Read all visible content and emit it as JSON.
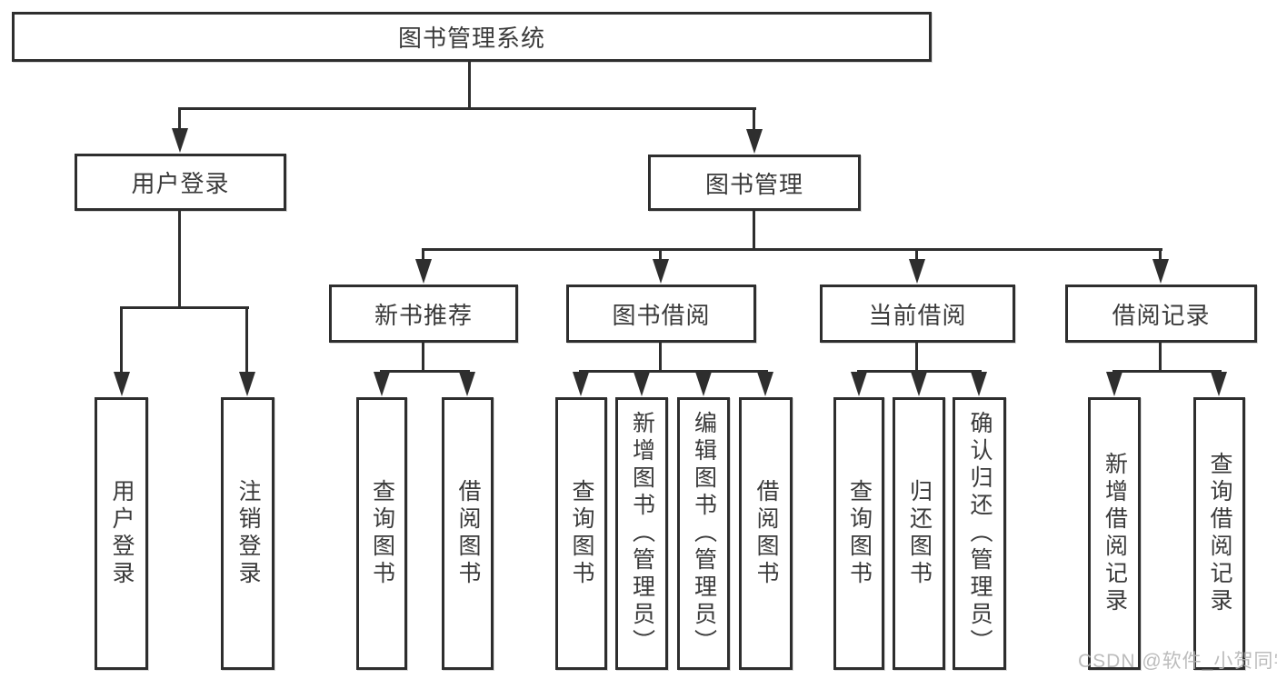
{
  "tree": {
    "label": "图书管理系统",
    "children": [
      {
        "label": "用户登录",
        "children": [
          {
            "label": "用户登录"
          },
          {
            "label": "注销登录"
          }
        ]
      },
      {
        "label": "图书管理",
        "children": [
          {
            "label": "新书推荐",
            "children": [
              {
                "label": "查询图书"
              },
              {
                "label": "借阅图书"
              }
            ]
          },
          {
            "label": "图书借阅",
            "children": [
              {
                "label": "查询图书"
              },
              {
                "label": "新增图书（管理员）"
              },
              {
                "label": "编辑图书（管理员）"
              },
              {
                "label": "借阅图书"
              }
            ]
          },
          {
            "label": "当前借阅",
            "children": [
              {
                "label": "查询图书"
              },
              {
                "label": "归还图书"
              },
              {
                "label": "确认归还（管理员）"
              }
            ]
          },
          {
            "label": "借阅记录",
            "children": [
              {
                "label": "新增借阅记录"
              },
              {
                "label": "查询借阅记录"
              }
            ]
          }
        ]
      }
    ]
  },
  "watermark": {
    "text": "CSDN @软件_小贺同学"
  },
  "colors": {
    "line": "#2e2e2e",
    "text": "#3a3a3a",
    "background": "#ffffff",
    "watermark": "#b5b5b5"
  }
}
